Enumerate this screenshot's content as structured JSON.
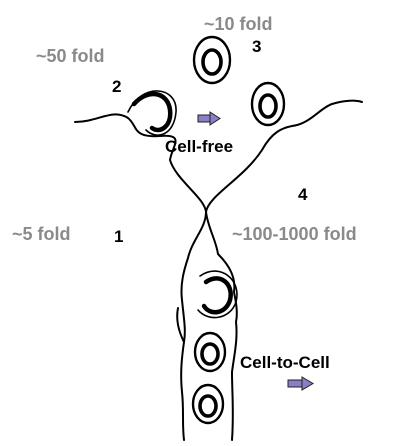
{
  "labels": {
    "fold_5": "~5 fold",
    "fold_50": "~50 fold",
    "fold_10": "~10 fold",
    "fold_100_1000": "~100-1000 fold",
    "num_1": "1",
    "num_2": "2",
    "num_3": "3",
    "num_4": "4",
    "cell_free": "Cell-free",
    "cell_to_cell": "Cell-to-Cell"
  },
  "colors": {
    "fold_text": "#8a8a8a",
    "arrow_fill": "#8a7fc4",
    "stroke": "#000000"
  },
  "icons": {
    "arrow": "right-arrow"
  }
}
